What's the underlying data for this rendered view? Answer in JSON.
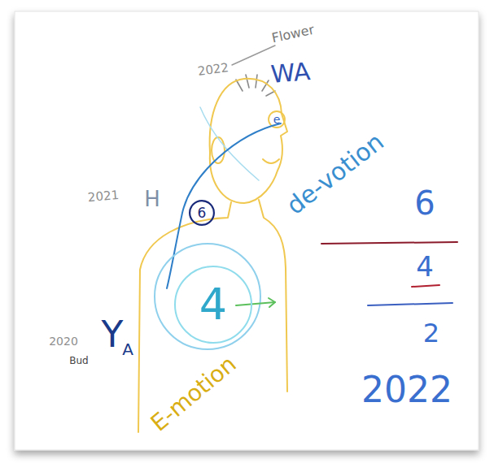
{
  "diagram": {
    "nodes": [
      {
        "text": [
          "6"
        ]
      },
      {
        "text": [
          "4"
        ]
      }
    ],
    "labels": [
      "Flower",
      "2022",
      "WA",
      "e",
      "de-votion",
      "2021",
      "H",
      "2020",
      "Bud",
      "Y",
      "A",
      "E-motion",
      "6",
      "4",
      "2",
      "2022"
    ]
  }
}
